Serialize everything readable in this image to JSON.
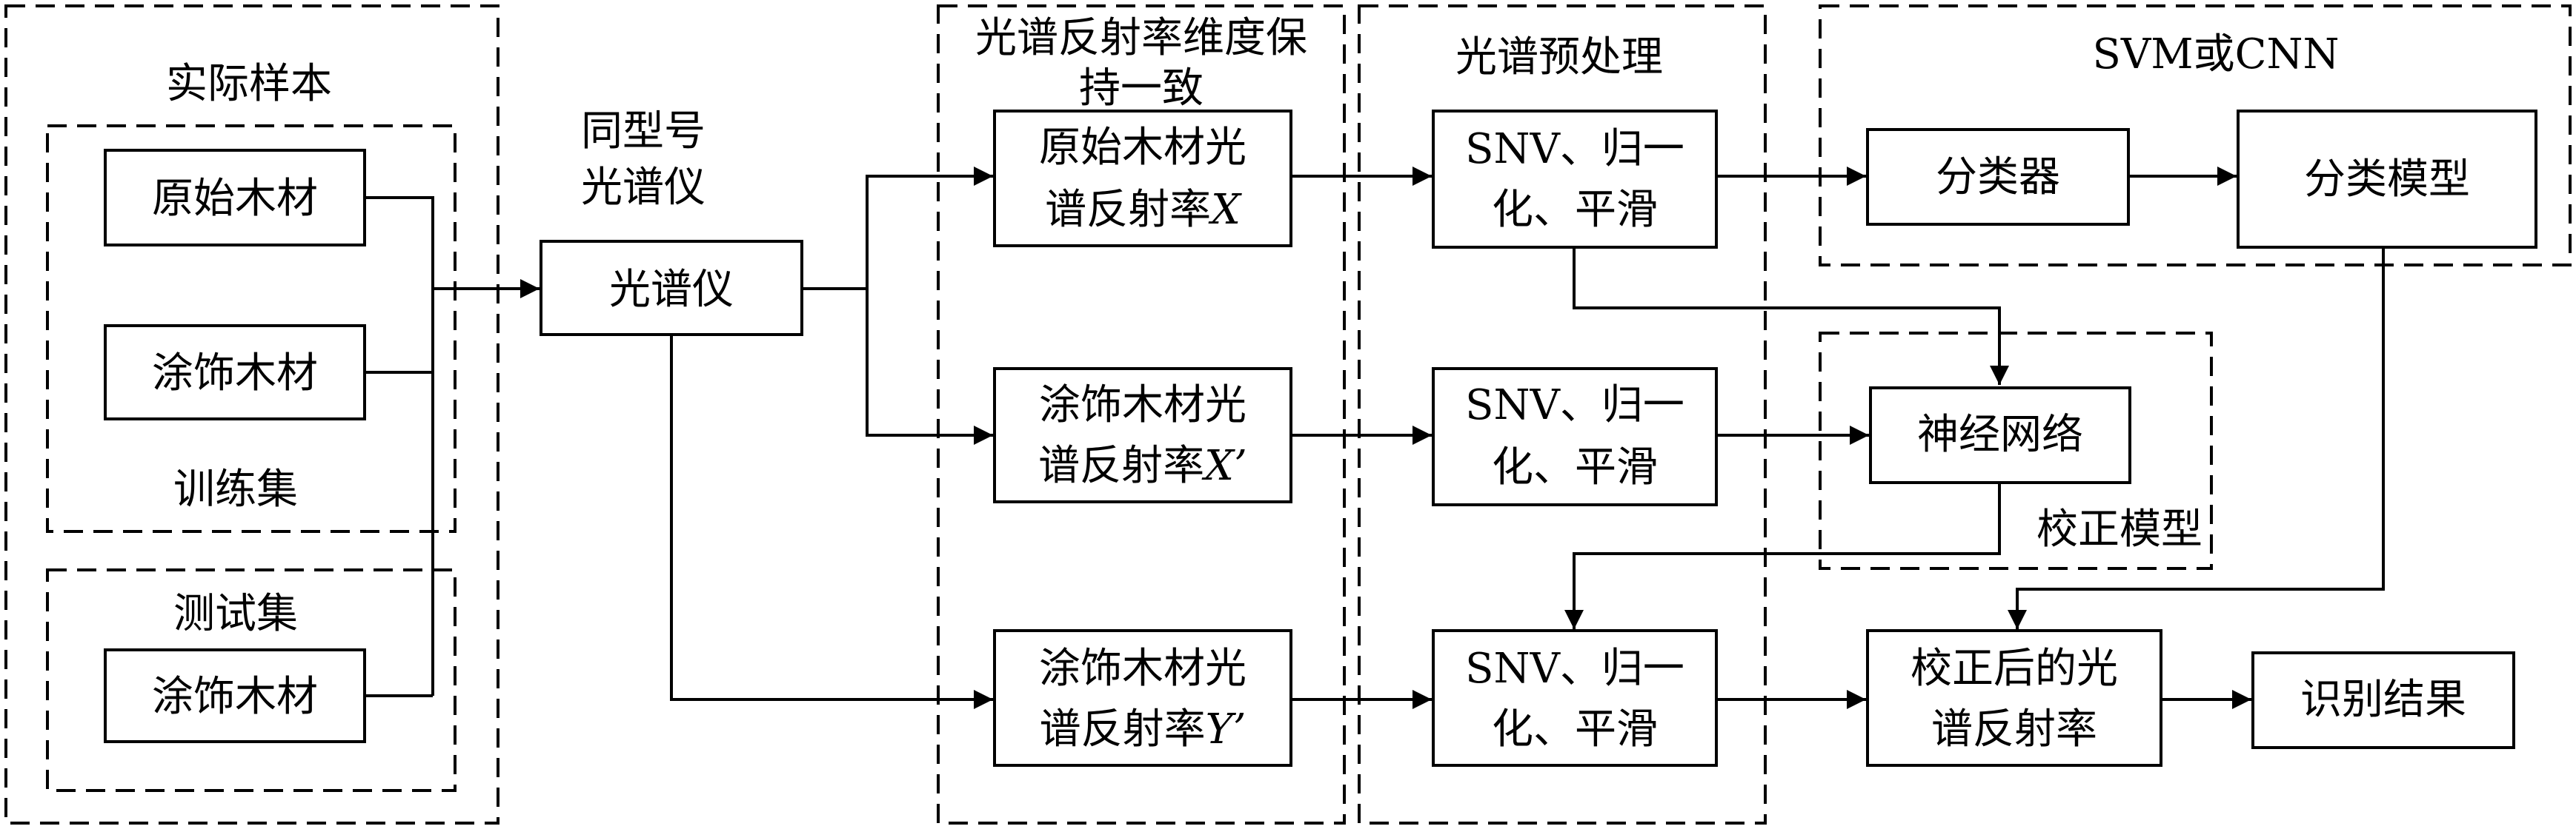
{
  "groups": {
    "samples_title": "实际样本",
    "train_label": "训练集",
    "test_label": "测试集",
    "spectrometer_caption_1": "同型号",
    "spectrometer_caption_2": "光谱仪",
    "dimension_title_1": "光谱反射率维度保",
    "dimension_title_2": "持一致",
    "preprocess_title": "光谱预处理",
    "classifier_group_title": "SVM或CNN",
    "correction_group_label": "校正模型"
  },
  "nodes": {
    "raw_wood": "原始木材",
    "coated_wood_train": "涂饰木材",
    "coated_wood_test": "涂饰木材",
    "spectrometer": "光谱仪",
    "spec_x_line1": "原始木材光",
    "spec_x_line2_prefix": "谱反射率",
    "spec_x_symbol": "X",
    "spec_xp_line1": "涂饰木材光",
    "spec_xp_line2_prefix": "谱反射率",
    "spec_xp_symbol": "X’",
    "spec_yp_line1": "涂饰木材光",
    "spec_yp_line2_prefix": "谱反射率",
    "spec_yp_symbol": "Y’",
    "snv_line1": "SNV、归一",
    "snv_line2": "化、平滑",
    "classifier": "分类器",
    "classification_model": "分类模型",
    "neural_network": "神经网络",
    "corrected_line1": "校正后的光",
    "corrected_line2": "谱反射率",
    "result": "识别结果"
  }
}
